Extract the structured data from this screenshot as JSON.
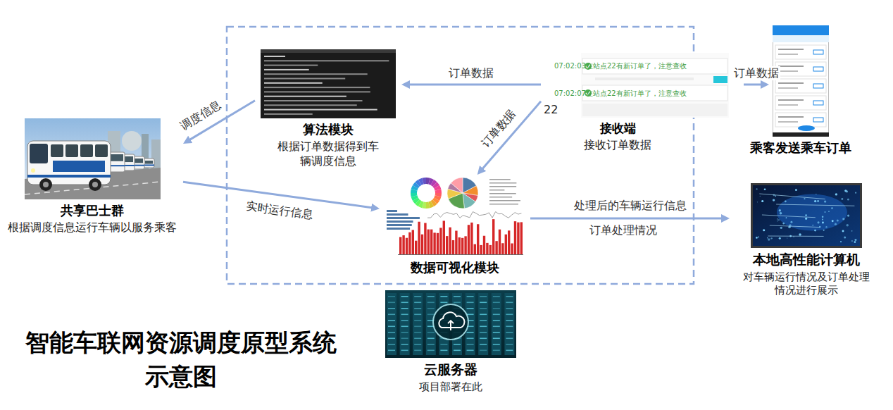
{
  "diagram": {
    "title": "智能车联网资源调度原型系统示意图",
    "nodes": [
      {
        "text": [
          "算法模块",
          "根据订单数据得到车辆调度信息"
        ]
      },
      {
        "text": [
          "接收端",
          "接收订单数据"
        ]
      },
      {
        "text": [
          "乘客发送乘车订单"
        ]
      },
      {
        "text": [
          "共享巴士群",
          "根据调度信息运行车辆以服务乘客"
        ]
      },
      {
        "text": [
          "数据可视化模块"
        ]
      },
      {
        "text": [
          "本地高性能计算机",
          "对车辆运行情况及订单处理情况进行展示"
        ]
      },
      {
        "text": [
          "云服务器",
          "项目部署在此"
        ]
      }
    ],
    "edges": [
      {
        "from": 2,
        "to": 1,
        "label": "订单数据",
        "arrow": "to"
      },
      {
        "from": 1,
        "to": 0,
        "label": "订单数据",
        "arrow": "to"
      },
      {
        "from": 1,
        "to": 4,
        "label": "订单数据",
        "arrow": "to"
      },
      {
        "from": 0,
        "to": 3,
        "label": "调度信息",
        "arrow": "to"
      },
      {
        "from": 3,
        "to": 4,
        "label": "实时运行信息",
        "arrow": "to"
      },
      {
        "from": 4,
        "to": 5,
        "label": "处理后的车辆运行信息",
        "arrow": "to"
      }
    ],
    "labels": [
      "订单处理情况",
      "07:02:03在站点22有新订单了，注意查收",
      "07:02:07在站点22有新订单了，注意查收",
      "22"
    ]
  }
}
